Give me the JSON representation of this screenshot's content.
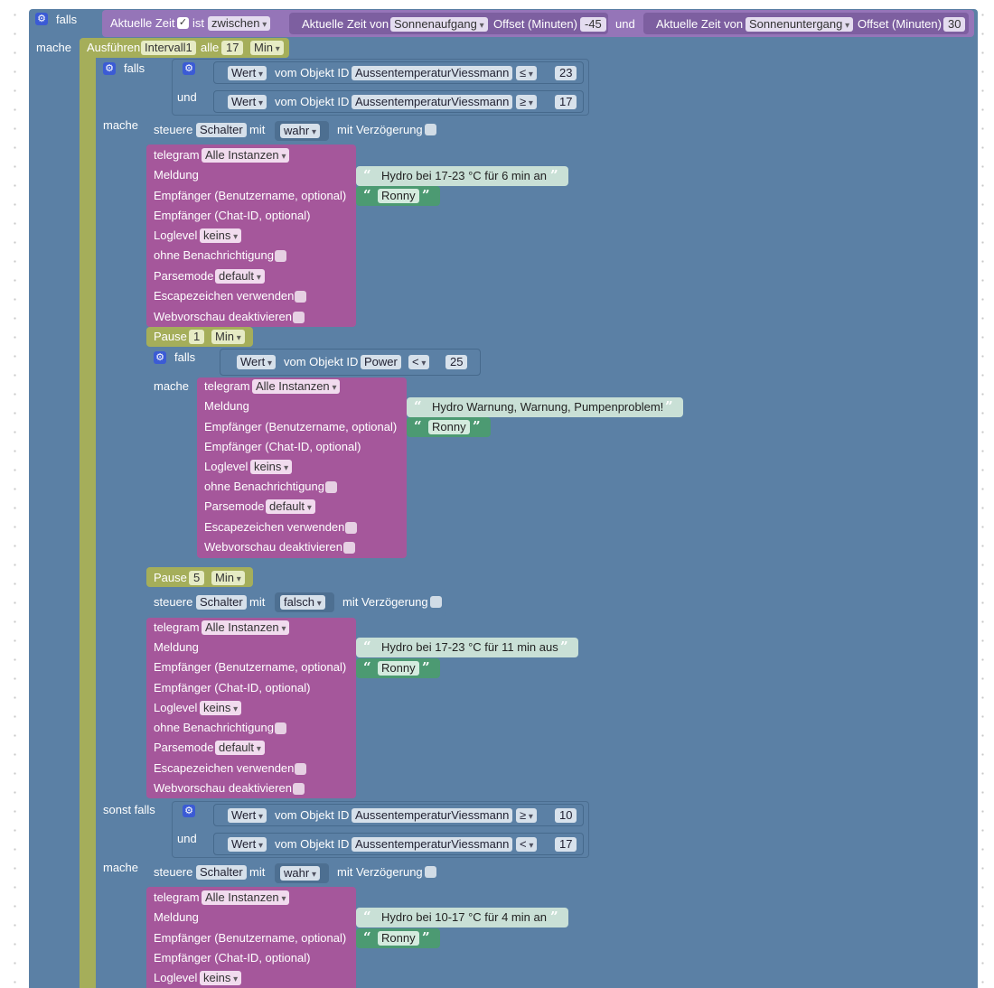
{
  "kw": {
    "falls": "falls",
    "mache": "mache",
    "und": "und",
    "sonst_falls": "sonst falls",
    "ist": "ist"
  },
  "time_block": {
    "label": "Aktuelle Zeit",
    "checkbox": "✓",
    "mode": "zwischen",
    "from_label": "Aktuelle Zeit von",
    "from_value": "Sonnenaufgang",
    "offset_label": "Offset (Minuten)",
    "from_offset": "-45",
    "to_label": "Aktuelle Zeit von",
    "to_value": "Sonnenuntergang",
    "to_offset": "30"
  },
  "interval": {
    "run_label": "Ausführen",
    "name": "Intervall1",
    "every_label": "alle",
    "every_value": "17",
    "unit": "Min"
  },
  "cond": {
    "wert": "Wert",
    "from_object": "vom Objekt ID",
    "obj_temp": "AussentemperaturViessmann",
    "obj_power": "Power",
    "op_le": "≤",
    "op_ge": "≥",
    "op_lt": "<",
    "val_23": "23",
    "val_17": "17",
    "val_25": "25",
    "val_10": "10"
  },
  "control": {
    "steuere": "steuere",
    "target": "Schalter",
    "mit": "mit",
    "val_true": "wahr",
    "val_false": "falsch",
    "delay": "mit Verzögerung"
  },
  "telegram": {
    "label": "telegram",
    "instances": "Alle Instanzen",
    "meldung": "Meldung",
    "recipient_user": "Empfänger (Benutzername, optional)",
    "recipient_chat": "Empfänger (Chat-ID, optional)",
    "loglevel": "Loglevel",
    "loglevel_value": "keins",
    "silent": "ohne Benachrichtigung",
    "parsemode": "Parsemode",
    "parsemode_value": "default",
    "escape": "Escapezeichen verwenden",
    "webpreview": "Webvorschau deaktivieren",
    "user": "Ronny",
    "open_quote": "“",
    "close_quote": "”"
  },
  "messages": {
    "m1": "Hydro bei 17-23 °C für 6 min an",
    "m2": "Hydro Warnung, Warnung, Pumpenproblem!",
    "m3": "Hydro bei 17-23 °C für 11 min aus",
    "m4": "Hydro bei 10-17 °C für 4 min an"
  },
  "pause": {
    "label": "Pause",
    "p1": "1",
    "p2": "5",
    "unit": "Min"
  }
}
